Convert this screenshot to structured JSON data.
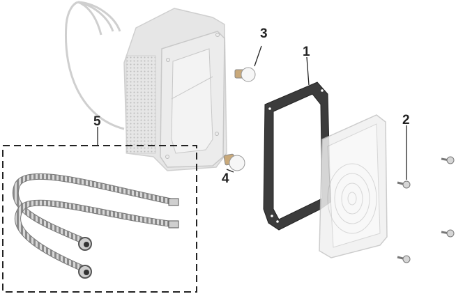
{
  "callouts": {
    "gasket": "1",
    "screws": "2",
    "bulb_upper": "3",
    "bulb_lower": "4",
    "conduit_kit": "5"
  },
  "colors": {
    "line": "#222222",
    "housing": "#e4e4e4",
    "gasket": "#3a3a3a",
    "chrome": "#b8b8b8"
  }
}
